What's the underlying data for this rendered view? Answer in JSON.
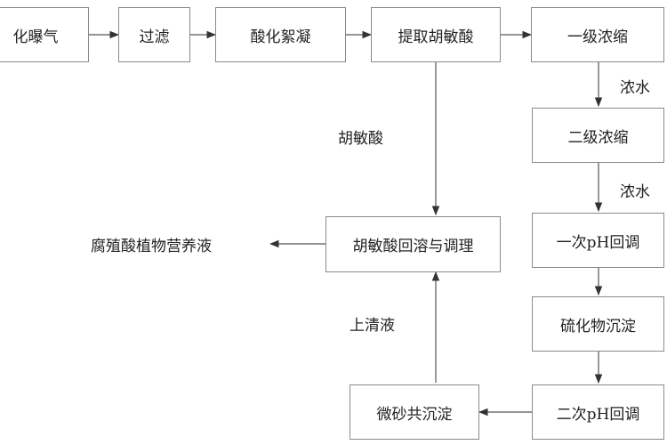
{
  "nodes": {
    "aeration": "化曝气",
    "filter": "过滤",
    "acid_flocc": "酸化絮凝",
    "extract_humic": "提取胡敏酸",
    "conc1": "一级浓缩",
    "conc2": "二级浓缩",
    "ph1": "一次pH回调",
    "sulfide": "硫化物沉淀",
    "ph2": "二次pH回调",
    "micro_sand": "微砂共沉淀",
    "redissolve": "胡敏酸回溶与调理",
    "product": "腐殖酸植物营养液"
  },
  "edge_labels": {
    "humic_acid": "胡敏酸",
    "conc_water_1": "浓水",
    "conc_water_2": "浓水",
    "supernatant": "上清液"
  }
}
